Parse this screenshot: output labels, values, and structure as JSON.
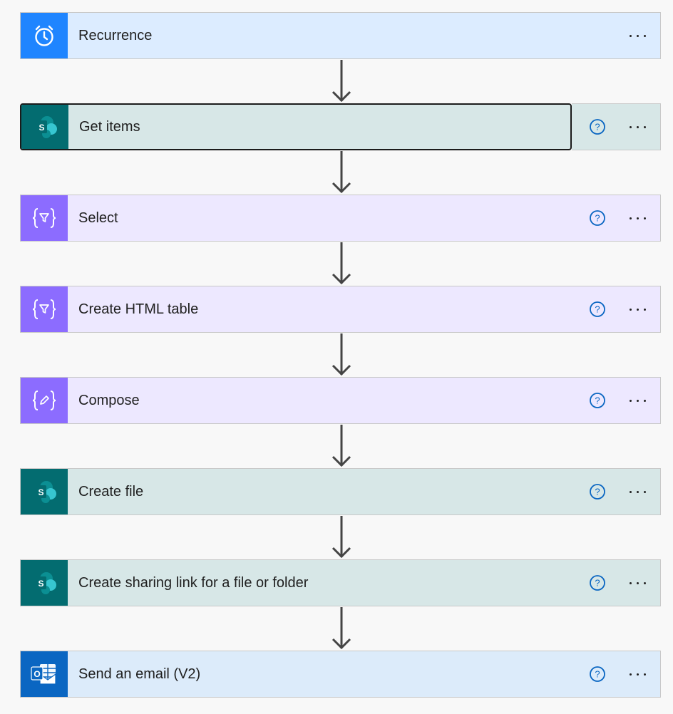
{
  "steps": [
    {
      "title": "Recurrence",
      "icon": "alarm-clock-icon",
      "icon_bg": "#1f85ff",
      "card_bg": "#dcecff",
      "show_help": false
    },
    {
      "title": "Get items",
      "icon": "sharepoint-icon",
      "icon_bg": "#036c70",
      "card_bg": "#d7e7e7",
      "show_help": true,
      "selected": true
    },
    {
      "title": "Select",
      "icon": "data-operation-filter-icon",
      "icon_bg": "#8c6cff",
      "card_bg": "#ede8ff",
      "show_help": true
    },
    {
      "title": "Create HTML table",
      "icon": "data-operation-filter-icon",
      "icon_bg": "#8c6cff",
      "card_bg": "#ede8ff",
      "show_help": true
    },
    {
      "title": "Compose",
      "icon": "data-operation-pencil-icon",
      "icon_bg": "#8c6cff",
      "card_bg": "#ede8ff",
      "show_help": true
    },
    {
      "title": "Create file",
      "icon": "sharepoint-icon",
      "icon_bg": "#036c70",
      "card_bg": "#d7e7e7",
      "show_help": true
    },
    {
      "title": "Create sharing link for a file or folder",
      "icon": "sharepoint-icon",
      "icon_bg": "#036c70",
      "card_bg": "#d7e7e7",
      "show_help": true
    },
    {
      "title": "Send an email (V2)",
      "icon": "outlook-icon",
      "icon_bg": "#0a66c2",
      "card_bg": "#dcebfa",
      "show_help": true
    }
  ],
  "colors": {
    "arrow": "#444444",
    "help_blue": "#0a66c2",
    "dots": "#222222"
  }
}
